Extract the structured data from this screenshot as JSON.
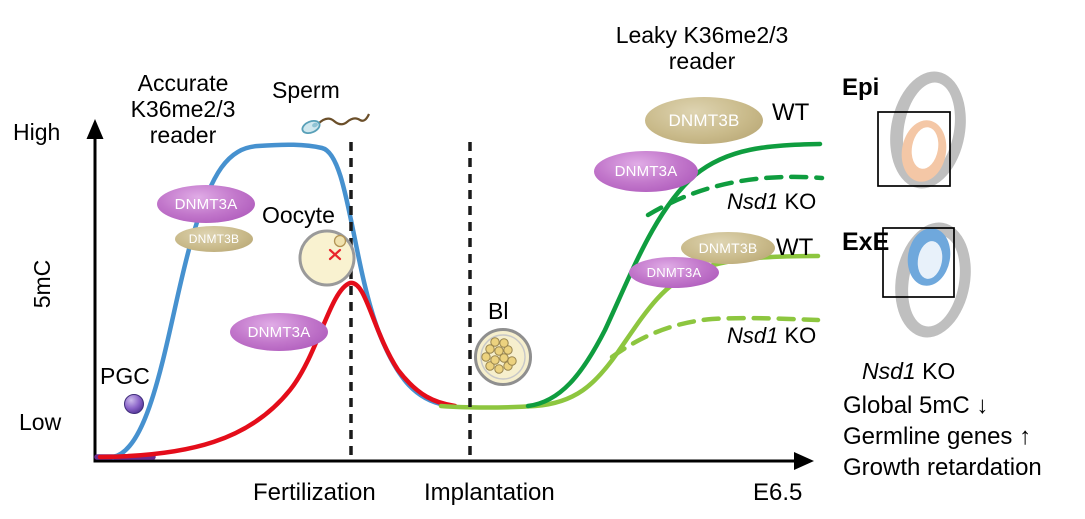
{
  "colors": {
    "sperm_curve": "#4691cf",
    "oocyte_curve": "#e40d1a",
    "epi_curve": "#0f9d3f",
    "exe_curve": "#8dc63f",
    "pgc_line": "#6b2d90",
    "axis": "#000000",
    "dnmt3a_fill": "#bb64c4",
    "dnmt3b_fill": "#c6b787"
  },
  "yaxis": {
    "high": "High",
    "label": "5mC",
    "low": "Low"
  },
  "xaxis": {
    "fertilization": "Fertilization",
    "implantation": "Implantation",
    "end": "E6.5"
  },
  "annotations": {
    "accurate_reader": "Accurate\nK36me2/3\nreader",
    "leaky_reader": "Leaky K36me2/3\nreader",
    "sperm": "Sperm",
    "oocyte": "Oocyte",
    "pgc": "PGC",
    "blastocyst": "Bl",
    "dnmt3a": "DNMT3A",
    "dnmt3b": "DNMT3B",
    "wt": "WT",
    "nsd1": "Nsd1",
    "ko_suffix": " KO",
    "epi": "Epi",
    "exe": "ExE"
  },
  "right_panel": {
    "nsd1": "Nsd1",
    "ko_suffix": " KO",
    "effects": [
      "Global 5mC ↓",
      "Germline genes ↑",
      "Growth retardation"
    ]
  },
  "curves": [
    {
      "name": "sperm",
      "style": "solid",
      "color": "#4691cf"
    },
    {
      "name": "oocyte",
      "style": "solid",
      "color": "#e40d1a"
    },
    {
      "name": "epiblast-WT",
      "style": "solid",
      "color": "#0f9d3f",
      "label": "WT"
    },
    {
      "name": "epiblast-Nsd1-KO",
      "style": "dashed",
      "color": "#0f9d3f",
      "label": "Nsd1 KO"
    },
    {
      "name": "extraembryonic-WT",
      "style": "solid",
      "color": "#8dc63f",
      "label": "WT"
    },
    {
      "name": "extraembryonic-Nsd1-KO",
      "style": "dashed",
      "color": "#8dc63f",
      "label": "Nsd1 KO"
    }
  ]
}
